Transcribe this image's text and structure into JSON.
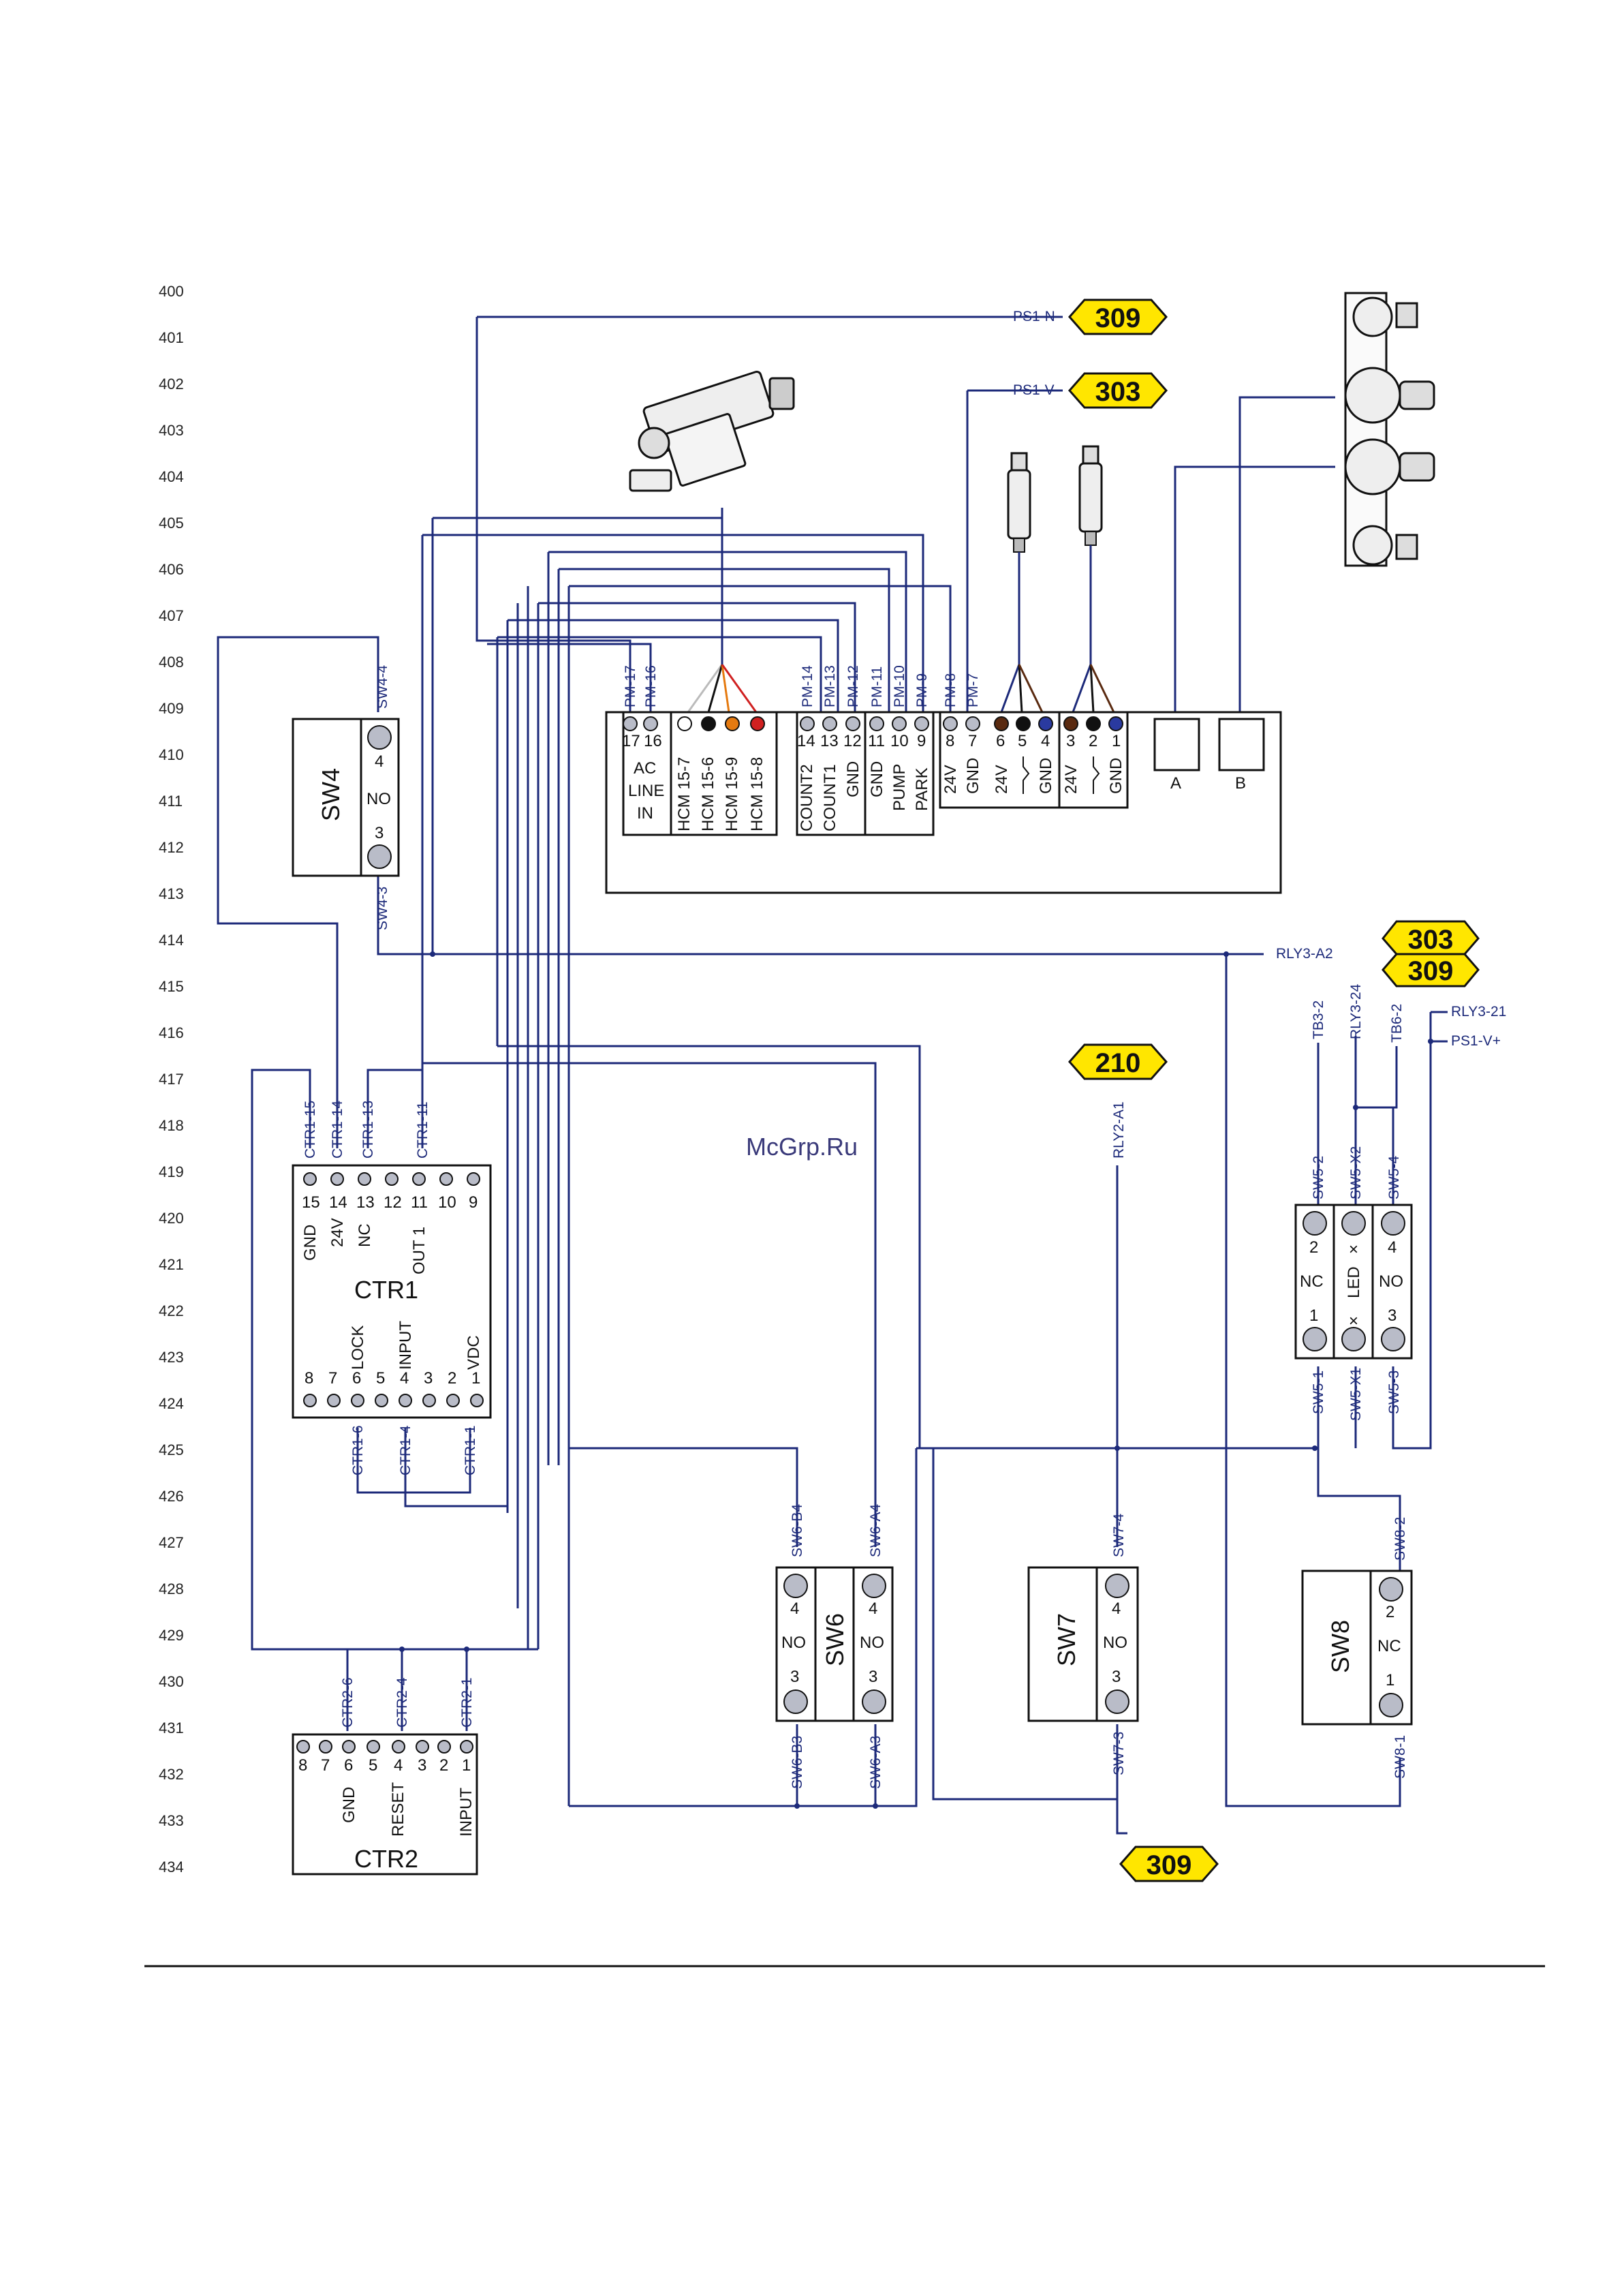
{
  "rows": [
    "400",
    "401",
    "402",
    "403",
    "404",
    "405",
    "406",
    "407",
    "408",
    "409",
    "410",
    "411",
    "412",
    "413",
    "414",
    "415",
    "416",
    "417",
    "418",
    "419",
    "420",
    "421",
    "422",
    "423",
    "424",
    "425",
    "426",
    "427",
    "428",
    "429",
    "430",
    "431",
    "432",
    "433",
    "434"
  ],
  "refs": {
    "r309a": "309",
    "r303a": "303",
    "r303b": "303",
    "r309b": "309",
    "r210": "210",
    "r309c": "309"
  },
  "wire_labels": {
    "ps1n": "PS1-N",
    "ps1v": "PS1-V-",
    "rly3a2": "RLY3-A2",
    "rly3_21": "RLY3-21",
    "ps1vplus": "PS1-V+",
    "tb3_2": "TB3-2",
    "rly3_24": "RLY3-24",
    "tb6_2": "TB6-2",
    "rly2a1": "RLY2-A1",
    "sw4_4": "SW4-4",
    "sw4_3": "SW4-3",
    "ctr1_15": "CTR1-15",
    "ctr1_14": "CTR1-14",
    "ctr1_13": "CTR1-13",
    "ctr1_11": "CTR1-11",
    "ctr1_6": "CTR1-6",
    "ctr1_4": "CTR1-4",
    "ctr1_1": "CTR1-1",
    "ctr2_6": "CTR2-6",
    "ctr2_4": "CTR2-4",
    "ctr2_1": "CTR2-1",
    "sw6b4": "SW6-B4",
    "sw6a4": "SW6-A4",
    "sw6b3": "SW6-B3",
    "sw6a3": "SW6-A3",
    "sw7_4": "SW7-4",
    "sw7_3": "SW7-3",
    "sw8_2": "SW8-2",
    "sw8_1": "SW8-1",
    "sw5_2": "SW5-2",
    "sw5_x2": "SW5-X2",
    "sw5_4": "SW5-4",
    "sw5_1": "SW5-1",
    "sw5_x1": "SW5-X1",
    "sw5_3": "SW5-3",
    "pm17": "PM-17",
    "pm16": "PM-16",
    "pm14": "PM-14",
    "pm13": "PM-13",
    "pm12": "PM-12",
    "pm11": "PM-11",
    "pm10": "PM-10",
    "pm9": "PM-9",
    "pm8": "PM-8",
    "pm7": "PM-7"
  },
  "pm": {
    "pins": [
      "17",
      "16",
      "14",
      "13",
      "12",
      "11",
      "10",
      "9",
      "8",
      "7",
      "6",
      "5",
      "4",
      "3",
      "2",
      "1"
    ],
    "ac_line_in": [
      "AC",
      "LINE",
      "IN"
    ],
    "hcm": [
      "HCM 15-7",
      "HCM 15-6",
      "HCM 15-9",
      "HCM 15-8"
    ],
    "count2": "COUNT2",
    "count1": "COUNT1",
    "gnd": "GND",
    "pump": "PUMP",
    "park": "PARK",
    "v24": "24V",
    "a": "A",
    "b": "B"
  },
  "sw4": {
    "name": "SW4",
    "pin4": "4",
    "no": "NO",
    "pin3": "3"
  },
  "ctr1": {
    "name": "CTR1",
    "top_pins": [
      "15",
      "14",
      "13",
      "12",
      "11",
      "10",
      "9"
    ],
    "gnd": "GND",
    "v24": "24V",
    "nc": "NC",
    "out1": "OUT 1",
    "lock": "LOCK",
    "input": "INPUT",
    "vdc": "VDC",
    "bottom_pins": [
      "8",
      "7",
      "6",
      "5",
      "4",
      "3",
      "2",
      "1"
    ]
  },
  "ctr2": {
    "name": "CTR2",
    "pins": [
      "8",
      "7",
      "6",
      "5",
      "4",
      "3",
      "2",
      "1"
    ],
    "gnd": "GND",
    "reset": "RESET",
    "input": "INPUT"
  },
  "sw6": {
    "name": "SW6",
    "b4": "4",
    "no_b": "NO",
    "b3": "3",
    "a4": "4",
    "no_a": "NO",
    "a3": "3"
  },
  "sw7": {
    "name": "SW7",
    "p4": "4",
    "no": "NO",
    "p3": "3"
  },
  "sw8": {
    "name": "SW8",
    "p2": "2",
    "nc": "NC",
    "p1": "1"
  },
  "sw5": {
    "p2": "2",
    "nc": "NC",
    "p1": "1",
    "x": "×",
    "led": "LED",
    "p4": "4",
    "no": "NO",
    "p3": "3"
  },
  "watermark": "McGrp.Ru",
  "colors": {
    "wire": "#1d2a7a",
    "ref_fill": "#ffe600",
    "term": "#b9bcc8"
  }
}
